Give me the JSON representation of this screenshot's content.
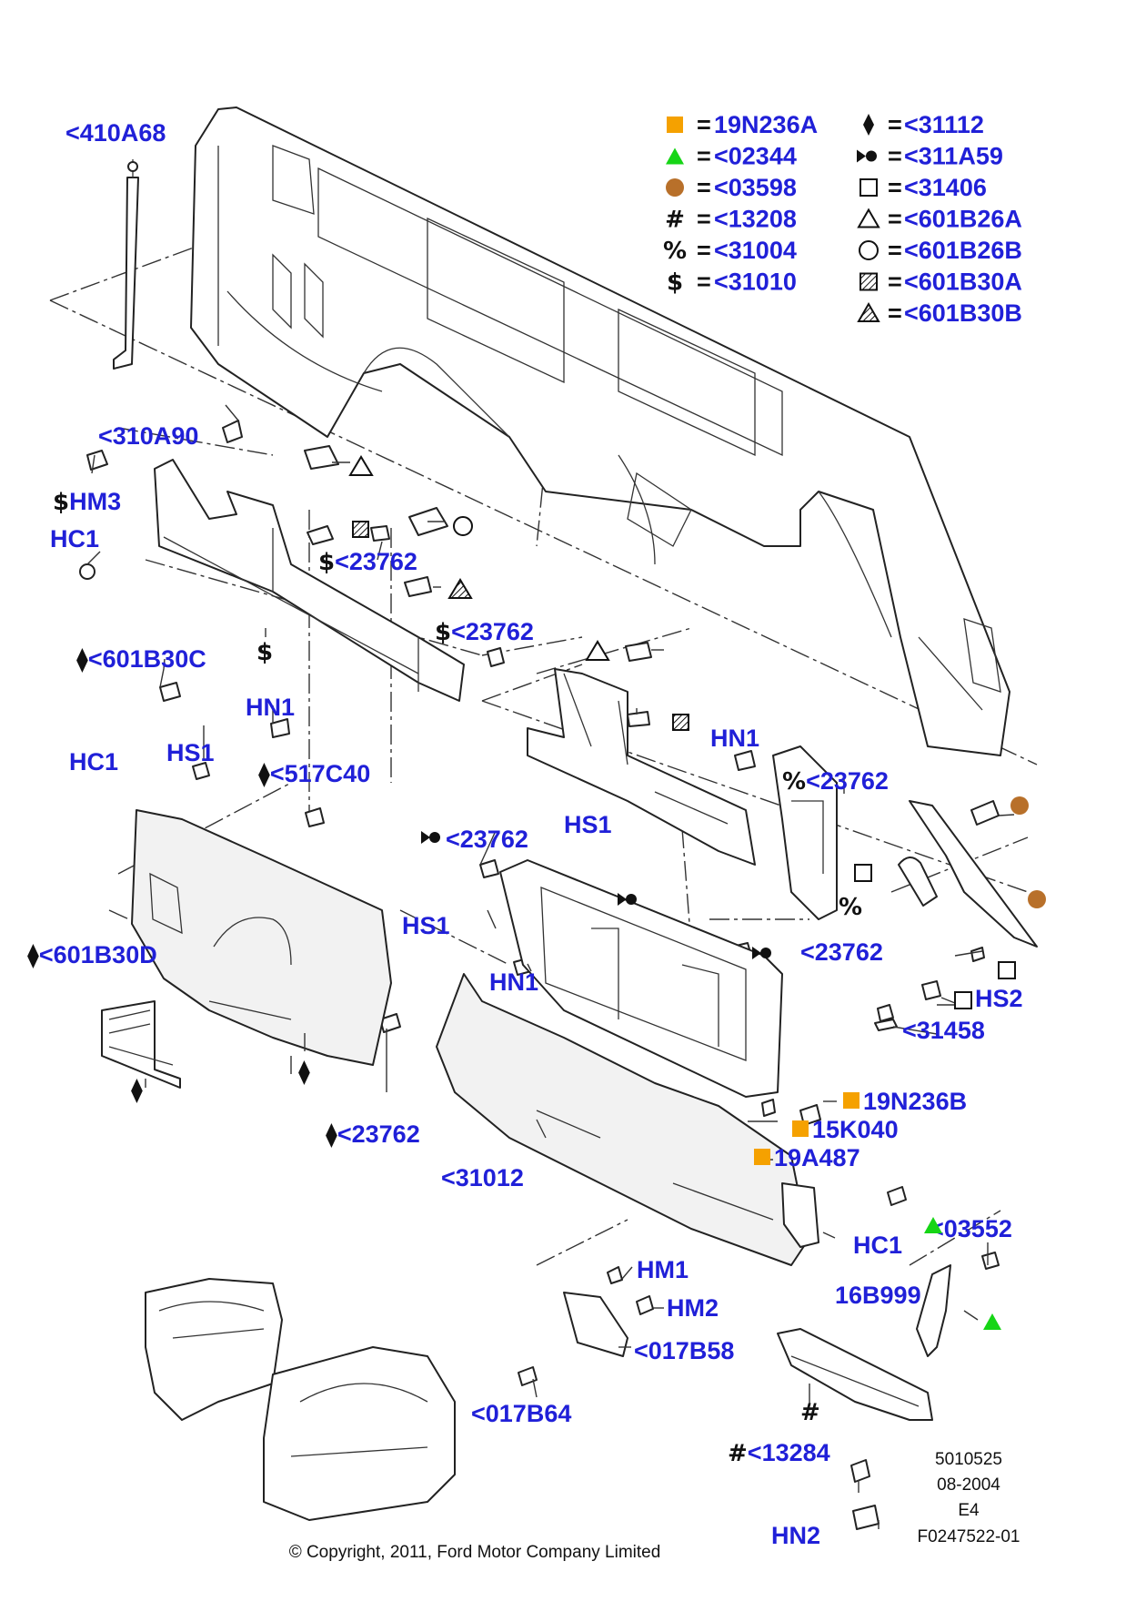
{
  "legend": [
    {
      "marker": "square",
      "color": "#f5a100",
      "code": "19N236A"
    },
    {
      "marker": "triangle",
      "color": "#16d516",
      "code": "<02344"
    },
    {
      "marker": "circle",
      "color": "#b8702a",
      "code": "<03598"
    },
    {
      "marker": "text",
      "glyph": "#",
      "code": "<13208"
    },
    {
      "marker": "text",
      "glyph": "%",
      "code": "<31004"
    },
    {
      "marker": "text",
      "glyph": "$",
      "code": "<31010"
    },
    {
      "marker": "diamond",
      "code": "<31112"
    },
    {
      "marker": "bowtie",
      "code": "<311A59"
    },
    {
      "marker": "open-square",
      "code": "<31406"
    },
    {
      "marker": "open-triangle",
      "code": "<601B26A"
    },
    {
      "marker": "open-circle",
      "code": "<601B26B"
    },
    {
      "marker": "hatched-square",
      "code": "<601B30A"
    },
    {
      "marker": "hatched-triangle",
      "code": "<601B30B"
    }
  ],
  "legend_eq": "=",
  "callouts": [
    {
      "text": "<410A68"
    },
    {
      "text": "<310A90"
    },
    {
      "prefix": "$",
      "text": "HM3"
    },
    {
      "text": "HC1"
    },
    {
      "prefix": "$",
      "text": "<23762"
    },
    {
      "prefix": "$",
      "text": "<23762"
    },
    {
      "prefix": "⧫",
      "text": "<601B30C"
    },
    {
      "text": "HN1"
    },
    {
      "text": "HC1"
    },
    {
      "text": "HS1"
    },
    {
      "prefix": "⧫",
      "text": "<517C40"
    },
    {
      "text": "HN1"
    },
    {
      "prefix": "%",
      "text": "<23762"
    },
    {
      "text": "<23762"
    },
    {
      "text": "HS1"
    },
    {
      "prefix": "⧫",
      "text": "<601B30D"
    },
    {
      "text": "HS1"
    },
    {
      "text": "HN1"
    },
    {
      "text": "<23762"
    },
    {
      "text": "HS2"
    },
    {
      "text": "<31458"
    },
    {
      "text": "19N236B"
    },
    {
      "text": "15K040"
    },
    {
      "text": "19A487"
    },
    {
      "prefix": "⧫",
      "text": "<23762"
    },
    {
      "text": "<31012"
    },
    {
      "text": "<03552"
    },
    {
      "text": "HC1"
    },
    {
      "text": "HM1"
    },
    {
      "text": "16B999"
    },
    {
      "text": "HM2"
    },
    {
      "text": "<017B58"
    },
    {
      "text": "<017B64"
    },
    {
      "prefix": "#",
      "text": "<13284"
    },
    {
      "text": "HN2"
    }
  ],
  "standalone_symbols": [
    "$",
    "⧫",
    "⧫",
    "%",
    "#"
  ],
  "meta": {
    "code": "5010525",
    "date": "08-2004",
    "rev": "E4",
    "figure": "F0247522-01"
  },
  "copyright": "© Copyright, 2011, Ford Motor Company Limited"
}
